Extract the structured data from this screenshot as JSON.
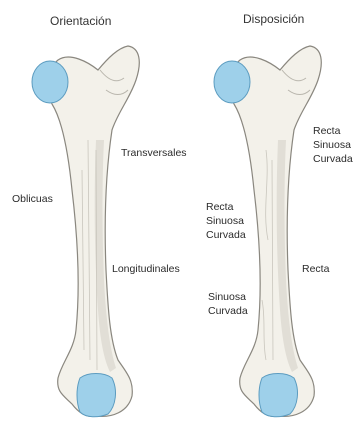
{
  "colors": {
    "bone": "#f3f1ea",
    "bone_shade": "#d9d6cd",
    "outline": "#8a877f",
    "cartilage": "#9ed0ea",
    "cartilage_edge": "#5c9cc0"
  },
  "left_panel": {
    "title": "Orientación",
    "labels": {
      "transversales": "Transversales",
      "oblicuas": "Oblicuas",
      "longitudinales": "Longitudinales"
    }
  },
  "right_panel": {
    "title": "Disposición",
    "group_top": [
      "Recta",
      "Sinuosa",
      "Curvada"
    ],
    "group_mid": [
      "Recta",
      "Sinuosa",
      "Curvada"
    ],
    "label_recta": "Recta",
    "group_low": [
      "Sinuosa",
      "Curvada"
    ]
  }
}
